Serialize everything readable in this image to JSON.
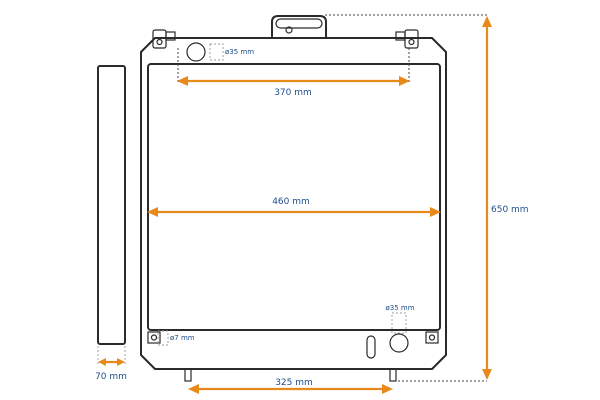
{
  "dimensions": {
    "top_pipe_spacing": "370 mm",
    "core_width": "460 mm",
    "overall_height": "650 mm",
    "bottom_pipe_spacing": "325 mm",
    "depth": "70 mm",
    "top_outlet_diameter": "ø35 mm",
    "bottom_outlet_diameter": "ø35 mm",
    "mount_hole_diameter": "ø7 mm"
  },
  "colors": {
    "arrow": "#e8891b",
    "label": "#1f4e8c",
    "outline": "#2a2a2a"
  }
}
